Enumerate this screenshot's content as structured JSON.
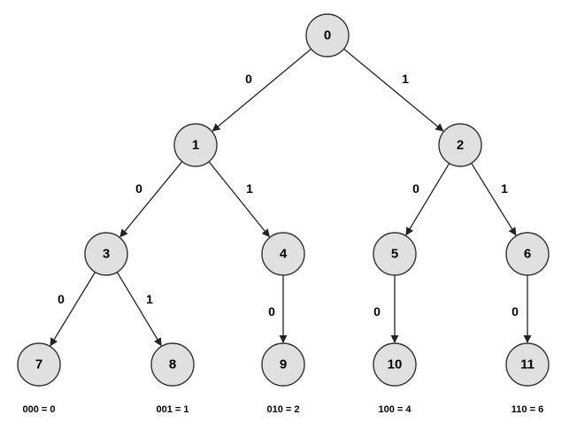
{
  "diagram": {
    "nodes": [
      "0",
      "1",
      "2",
      "3",
      "4",
      "5",
      "6",
      "7",
      "8",
      "9",
      "10",
      "11"
    ],
    "edges": [
      {
        "from": "0",
        "to": "1",
        "label": "0"
      },
      {
        "from": "0",
        "to": "2",
        "label": "1"
      },
      {
        "from": "1",
        "to": "3",
        "label": "0"
      },
      {
        "from": "1",
        "to": "4",
        "label": "1"
      },
      {
        "from": "2",
        "to": "5",
        "label": "0"
      },
      {
        "from": "2",
        "to": "6",
        "label": "1"
      },
      {
        "from": "3",
        "to": "7",
        "label": "0"
      },
      {
        "from": "3",
        "to": "8",
        "label": "1"
      },
      {
        "from": "4",
        "to": "9",
        "label": "0"
      },
      {
        "from": "5",
        "to": "10",
        "label": "0"
      },
      {
        "from": "6",
        "to": "11",
        "label": "0"
      }
    ],
    "leaf_codes": [
      {
        "node": "7",
        "text": "000 = 0"
      },
      {
        "node": "8",
        "text": "001 = 1"
      },
      {
        "node": "9",
        "text": "010 = 2"
      },
      {
        "node": "10",
        "text": "100 = 4"
      },
      {
        "node": "11",
        "text": "110 = 6"
      }
    ],
    "colors": {
      "node_fill": "#e0e0e0",
      "node_stroke": "#333333",
      "edge": "#222222",
      "text": "#000000"
    }
  }
}
